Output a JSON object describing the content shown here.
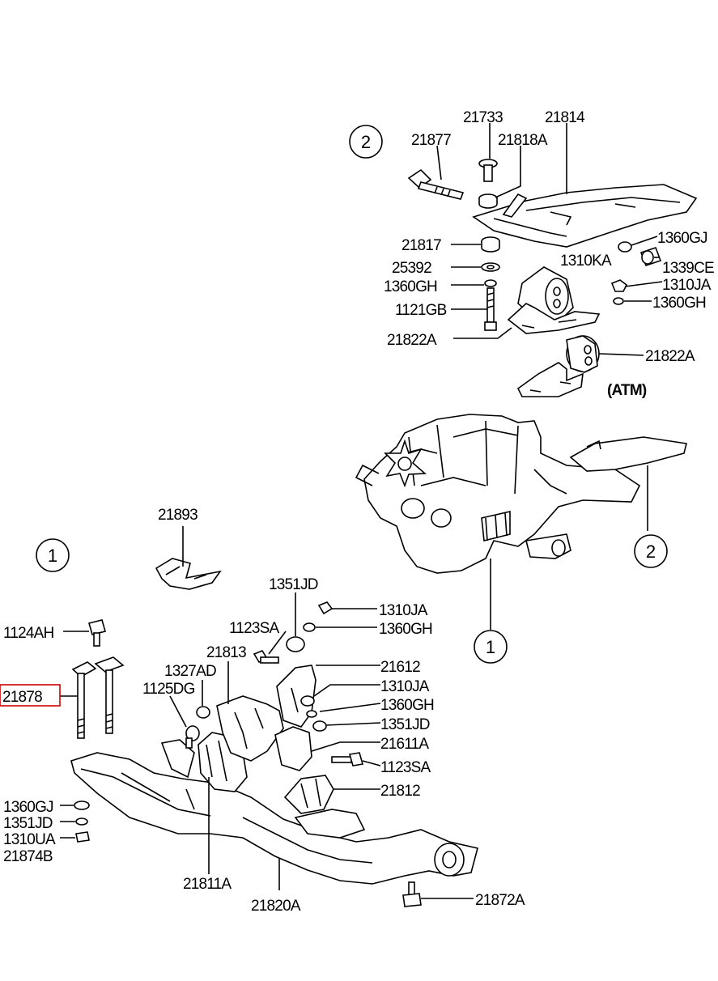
{
  "callouts": {
    "c1_left": "1",
    "c1_bottom": "1",
    "c2_top": "2",
    "c2_right": "2"
  },
  "atm_note": "(ATM)",
  "parts": {
    "p21733": "21733",
    "p21814": "21814",
    "p21877": "21877",
    "p21818A": "21818A",
    "p1360GJ_top": "1360GJ",
    "p21817": "21817",
    "p1310KA": "1310KA",
    "p25392": "25392",
    "p1339CE": "1339CE",
    "p1360GH_top": "1360GH",
    "p1310JA_top": "1310JA",
    "p1121GB": "1121GB",
    "p1360GH_top2": "1360GH",
    "p21822A_a": "21822A",
    "p21822A_b": "21822A",
    "p21893": "21893",
    "p1351JD_top": "1351JD",
    "p1310JA_m": "1310JA",
    "p1360GH_m": "1360GH",
    "p1124AH": "1124AH",
    "p1123SA_top": "1123SA",
    "p21813": "21813",
    "p21612": "21612",
    "p1327AD": "1327AD",
    "p1310JA_m2": "1310JA",
    "p21878": "21878",
    "p1125DG": "1125DG",
    "p1360GH_m2": "1360GH",
    "p1351JD_m": "1351JD",
    "p21611A": "21611A",
    "p1123SA_m": "1123SA",
    "p21812": "21812",
    "p1360GJ_l": "1360GJ",
    "p1351JD_l": "1351JD",
    "p1310UA": "1310UA",
    "p21874B": "21874B",
    "p21811A": "21811A",
    "p21820A": "21820A",
    "p21872A": "21872A"
  },
  "highlight": {
    "part": "21878",
    "color": "#d00000"
  }
}
